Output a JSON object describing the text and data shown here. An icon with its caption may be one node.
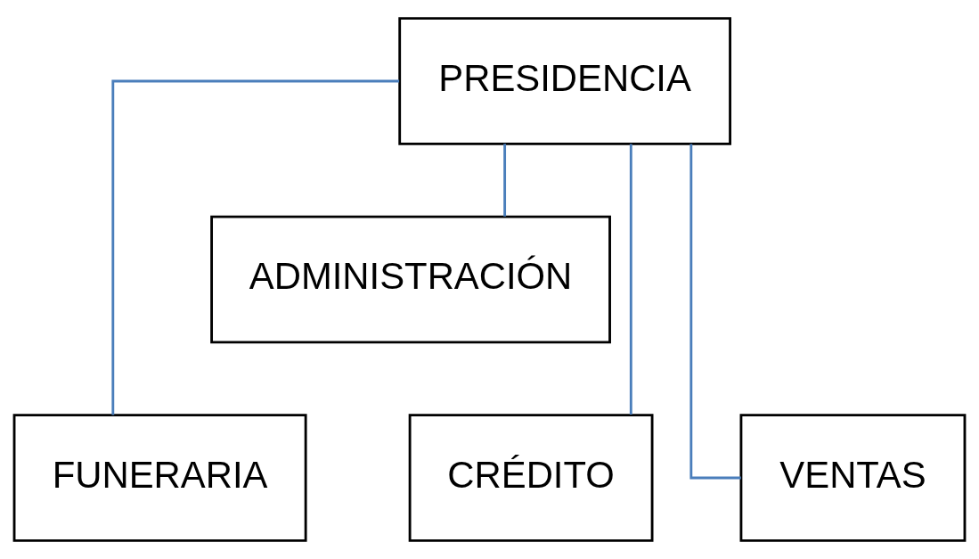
{
  "diagram": {
    "nodes": [
      {
        "text": [
          "PRESIDENCIA"
        ]
      },
      {
        "text": [
          "ADMINISTRACIÓN"
        ]
      },
      {
        "text": [
          "FUNERARIA"
        ]
      },
      {
        "text": [
          "CRÉDITO"
        ]
      },
      {
        "text": [
          "VENTAS"
        ]
      }
    ],
    "edges": [
      {
        "from": 0,
        "to": 1,
        "arrow": "none"
      },
      {
        "from": 0,
        "to": 2,
        "arrow": "none"
      },
      {
        "from": 0,
        "to": 3,
        "arrow": "none"
      },
      {
        "from": 0,
        "to": 4,
        "arrow": "none"
      }
    ]
  }
}
